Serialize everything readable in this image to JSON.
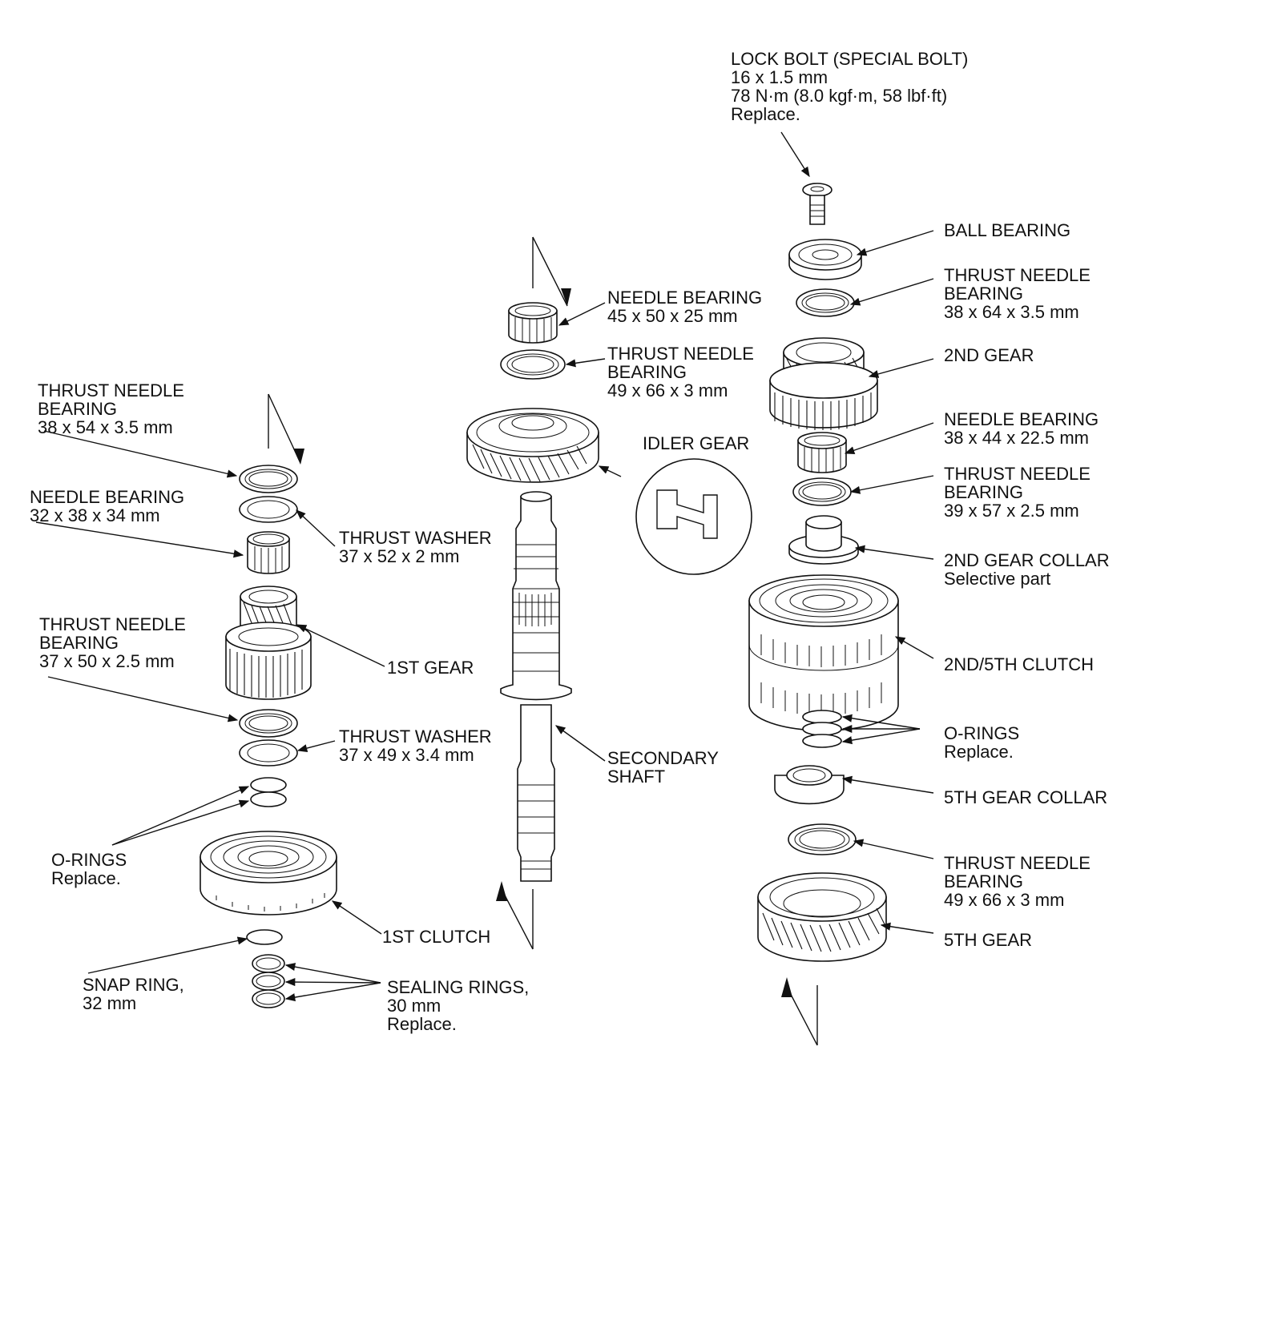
{
  "left_column": {
    "thrust_needle_bearing_top": {
      "name": "THRUST NEEDLE",
      "name2": "BEARING",
      "size": "38 x 54 x 3.5 mm"
    },
    "needle_bearing": {
      "name": "NEEDLE BEARING",
      "size": "32 x 38 x 34 mm"
    },
    "thrust_washer_top": {
      "name": "THRUST WASHER",
      "size": "37 x 52 x 2 mm"
    },
    "thrust_needle_bearing_mid": {
      "name": "THRUST NEEDLE",
      "name2": "BEARING",
      "size": "37 x 50 x 2.5 mm"
    },
    "first_gear": {
      "name": "1ST GEAR"
    },
    "thrust_washer_bottom": {
      "name": "THRUST WASHER",
      "size": "37 x 49 x 3.4 mm"
    },
    "o_rings": {
      "name": "O-RINGS",
      "note": "Replace."
    },
    "first_clutch": {
      "name": "1ST CLUTCH"
    },
    "snap_ring": {
      "name": "SNAP RING,",
      "size": "32 mm"
    },
    "sealing_rings": {
      "name": "SEALING RINGS,",
      "size": "30 mm",
      "note": "Replace."
    }
  },
  "center_column": {
    "needle_bearing": {
      "name": "NEEDLE BEARING",
      "size": "45 x 50 x 25 mm"
    },
    "thrust_needle_bearing": {
      "name": "THRUST NEEDLE",
      "name2": "BEARING",
      "size": "49 x 66 x 3 mm"
    },
    "idler_gear": {
      "name": "IDLER GEAR"
    },
    "secondary_shaft": {
      "name": "SECONDARY",
      "name2": "SHAFT"
    }
  },
  "right_column": {
    "lock_bolt": {
      "name": "LOCK BOLT (SPECIAL BOLT)",
      "size": "16 x 1.5 mm",
      "torque": "78 N·m (8.0 kgf·m, 58 lbf·ft)",
      "note": "Replace."
    },
    "ball_bearing": {
      "name": "BALL BEARING"
    },
    "thrust_needle_bearing_1": {
      "name": "THRUST NEEDLE",
      "name2": "BEARING",
      "size": "38 x 64 x 3.5 mm"
    },
    "second_gear": {
      "name": "2ND GEAR"
    },
    "needle_bearing": {
      "name": "NEEDLE BEARING",
      "size": "38 x 44 x 22.5 mm"
    },
    "thrust_needle_bearing_2": {
      "name": "THRUST NEEDLE",
      "name2": "BEARING",
      "size": "39 x 57 x 2.5 mm"
    },
    "second_gear_collar": {
      "name": "2ND GEAR COLLAR",
      "note": "Selective part"
    },
    "clutch_2_5": {
      "name": "2ND/5TH CLUTCH"
    },
    "o_rings": {
      "name": "O-RINGS",
      "note": "Replace."
    },
    "fifth_gear_collar": {
      "name": "5TH GEAR COLLAR"
    },
    "thrust_needle_bearing_3": {
      "name": "THRUST NEEDLE",
      "name2": "BEARING",
      "size": "49 x 66 x 3 mm"
    },
    "fifth_gear": {
      "name": "5TH GEAR"
    }
  }
}
